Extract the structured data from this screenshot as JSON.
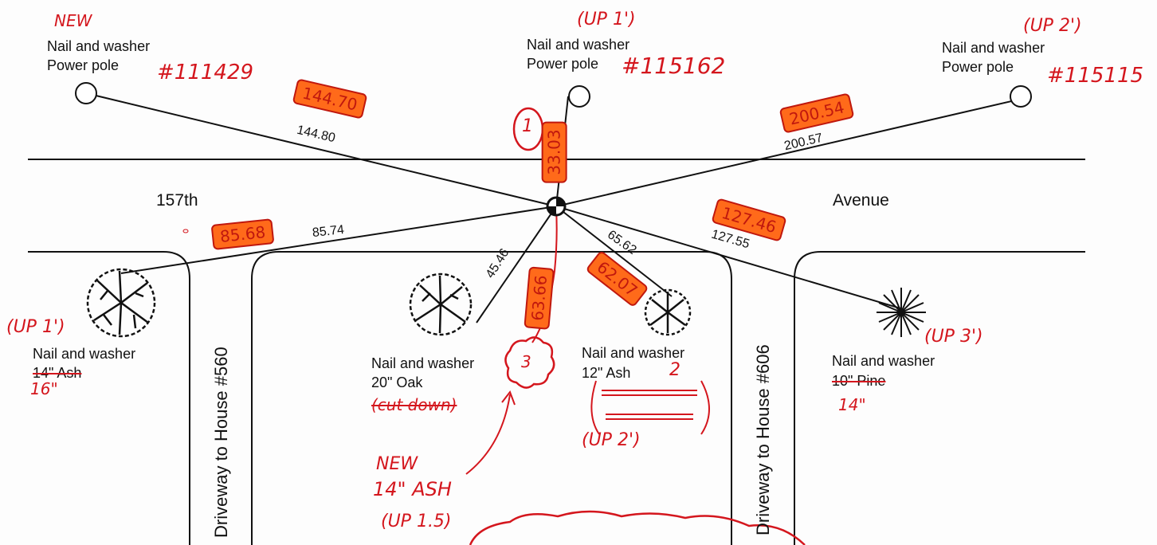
{
  "poles": [
    {
      "note": "NEW",
      "line1": "Nail and washer",
      "line2": "Power pole",
      "number": "#111429"
    },
    {
      "note": "(UP 1')",
      "line1": "Nail and washer",
      "line2": "Power pole",
      "number": "#115162"
    },
    {
      "note": "(UP 2')",
      "line1": "Nail and washer",
      "line2": "Power pole",
      "number": "#115115"
    }
  ],
  "roads": {
    "left": "157th",
    "right": "Avenue"
  },
  "driveways": {
    "left": "Driveway to House #560",
    "right": "Driveway to House #606"
  },
  "measurements": {
    "pole_left": {
      "original": "144.80",
      "revised": "144.70"
    },
    "pole_mid": {
      "original": "33.03",
      "marker": "1"
    },
    "pole_right": {
      "original": "200.57",
      "revised": "200.54"
    },
    "tree_far_left": {
      "original": "85.74",
      "revised": "85.68"
    },
    "oak": {
      "original": "45.46"
    },
    "new_ash": {
      "revised": "63.66"
    },
    "ash_12": {
      "original": "65.62",
      "revised": "62.07"
    },
    "pine": {
      "original": "127.55",
      "revised": "127.46"
    }
  },
  "trees": {
    "ash_left": {
      "note": "(UP 1')",
      "line1": "Nail and washer",
      "line2": "14\" Ash",
      "correction": "16\""
    },
    "oak": {
      "line1": "Nail and washer",
      "line2": "20\" Oak",
      "strike": "(cut down)"
    },
    "ash_12": {
      "line1": "Nail and washer",
      "line2": "12\" Ash",
      "mark": "2",
      "note": "(UP 2')"
    },
    "pine": {
      "note": "(UP 3')",
      "line1": "Nail and washer",
      "line2": "10\" Pine",
      "correction": "14\""
    }
  },
  "new_tree": {
    "label": "3",
    "line1": "NEW",
    "line2": "14\" ASH",
    "line3": "(UP 1.5)"
  }
}
